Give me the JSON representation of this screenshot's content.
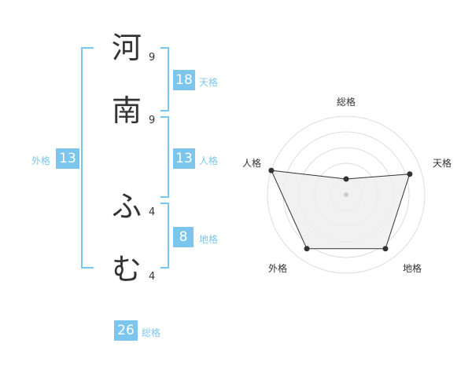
{
  "name": {
    "chars": [
      {
        "char": "河",
        "strokes": "9"
      },
      {
        "char": "南",
        "strokes": "9"
      },
      {
        "char": "ふ",
        "strokes": "4"
      },
      {
        "char": "む",
        "strokes": "4"
      }
    ]
  },
  "fortune": {
    "ten": {
      "value": "18",
      "label": "天格"
    },
    "jin": {
      "value": "13",
      "label": "人格"
    },
    "chi": {
      "value": "8",
      "label": "地格"
    },
    "gai": {
      "value": "13",
      "label": "外格"
    },
    "so": {
      "value": "26",
      "label": "総格"
    }
  },
  "radar": {
    "axes": [
      "総格",
      "天格",
      "地格",
      "外格",
      "人格"
    ],
    "levels": [
      0.2,
      0.85,
      0.85,
      0.85,
      1.0
    ],
    "accent": "#7cc6ee",
    "fill": "#eeeeee",
    "line": "#333333"
  }
}
